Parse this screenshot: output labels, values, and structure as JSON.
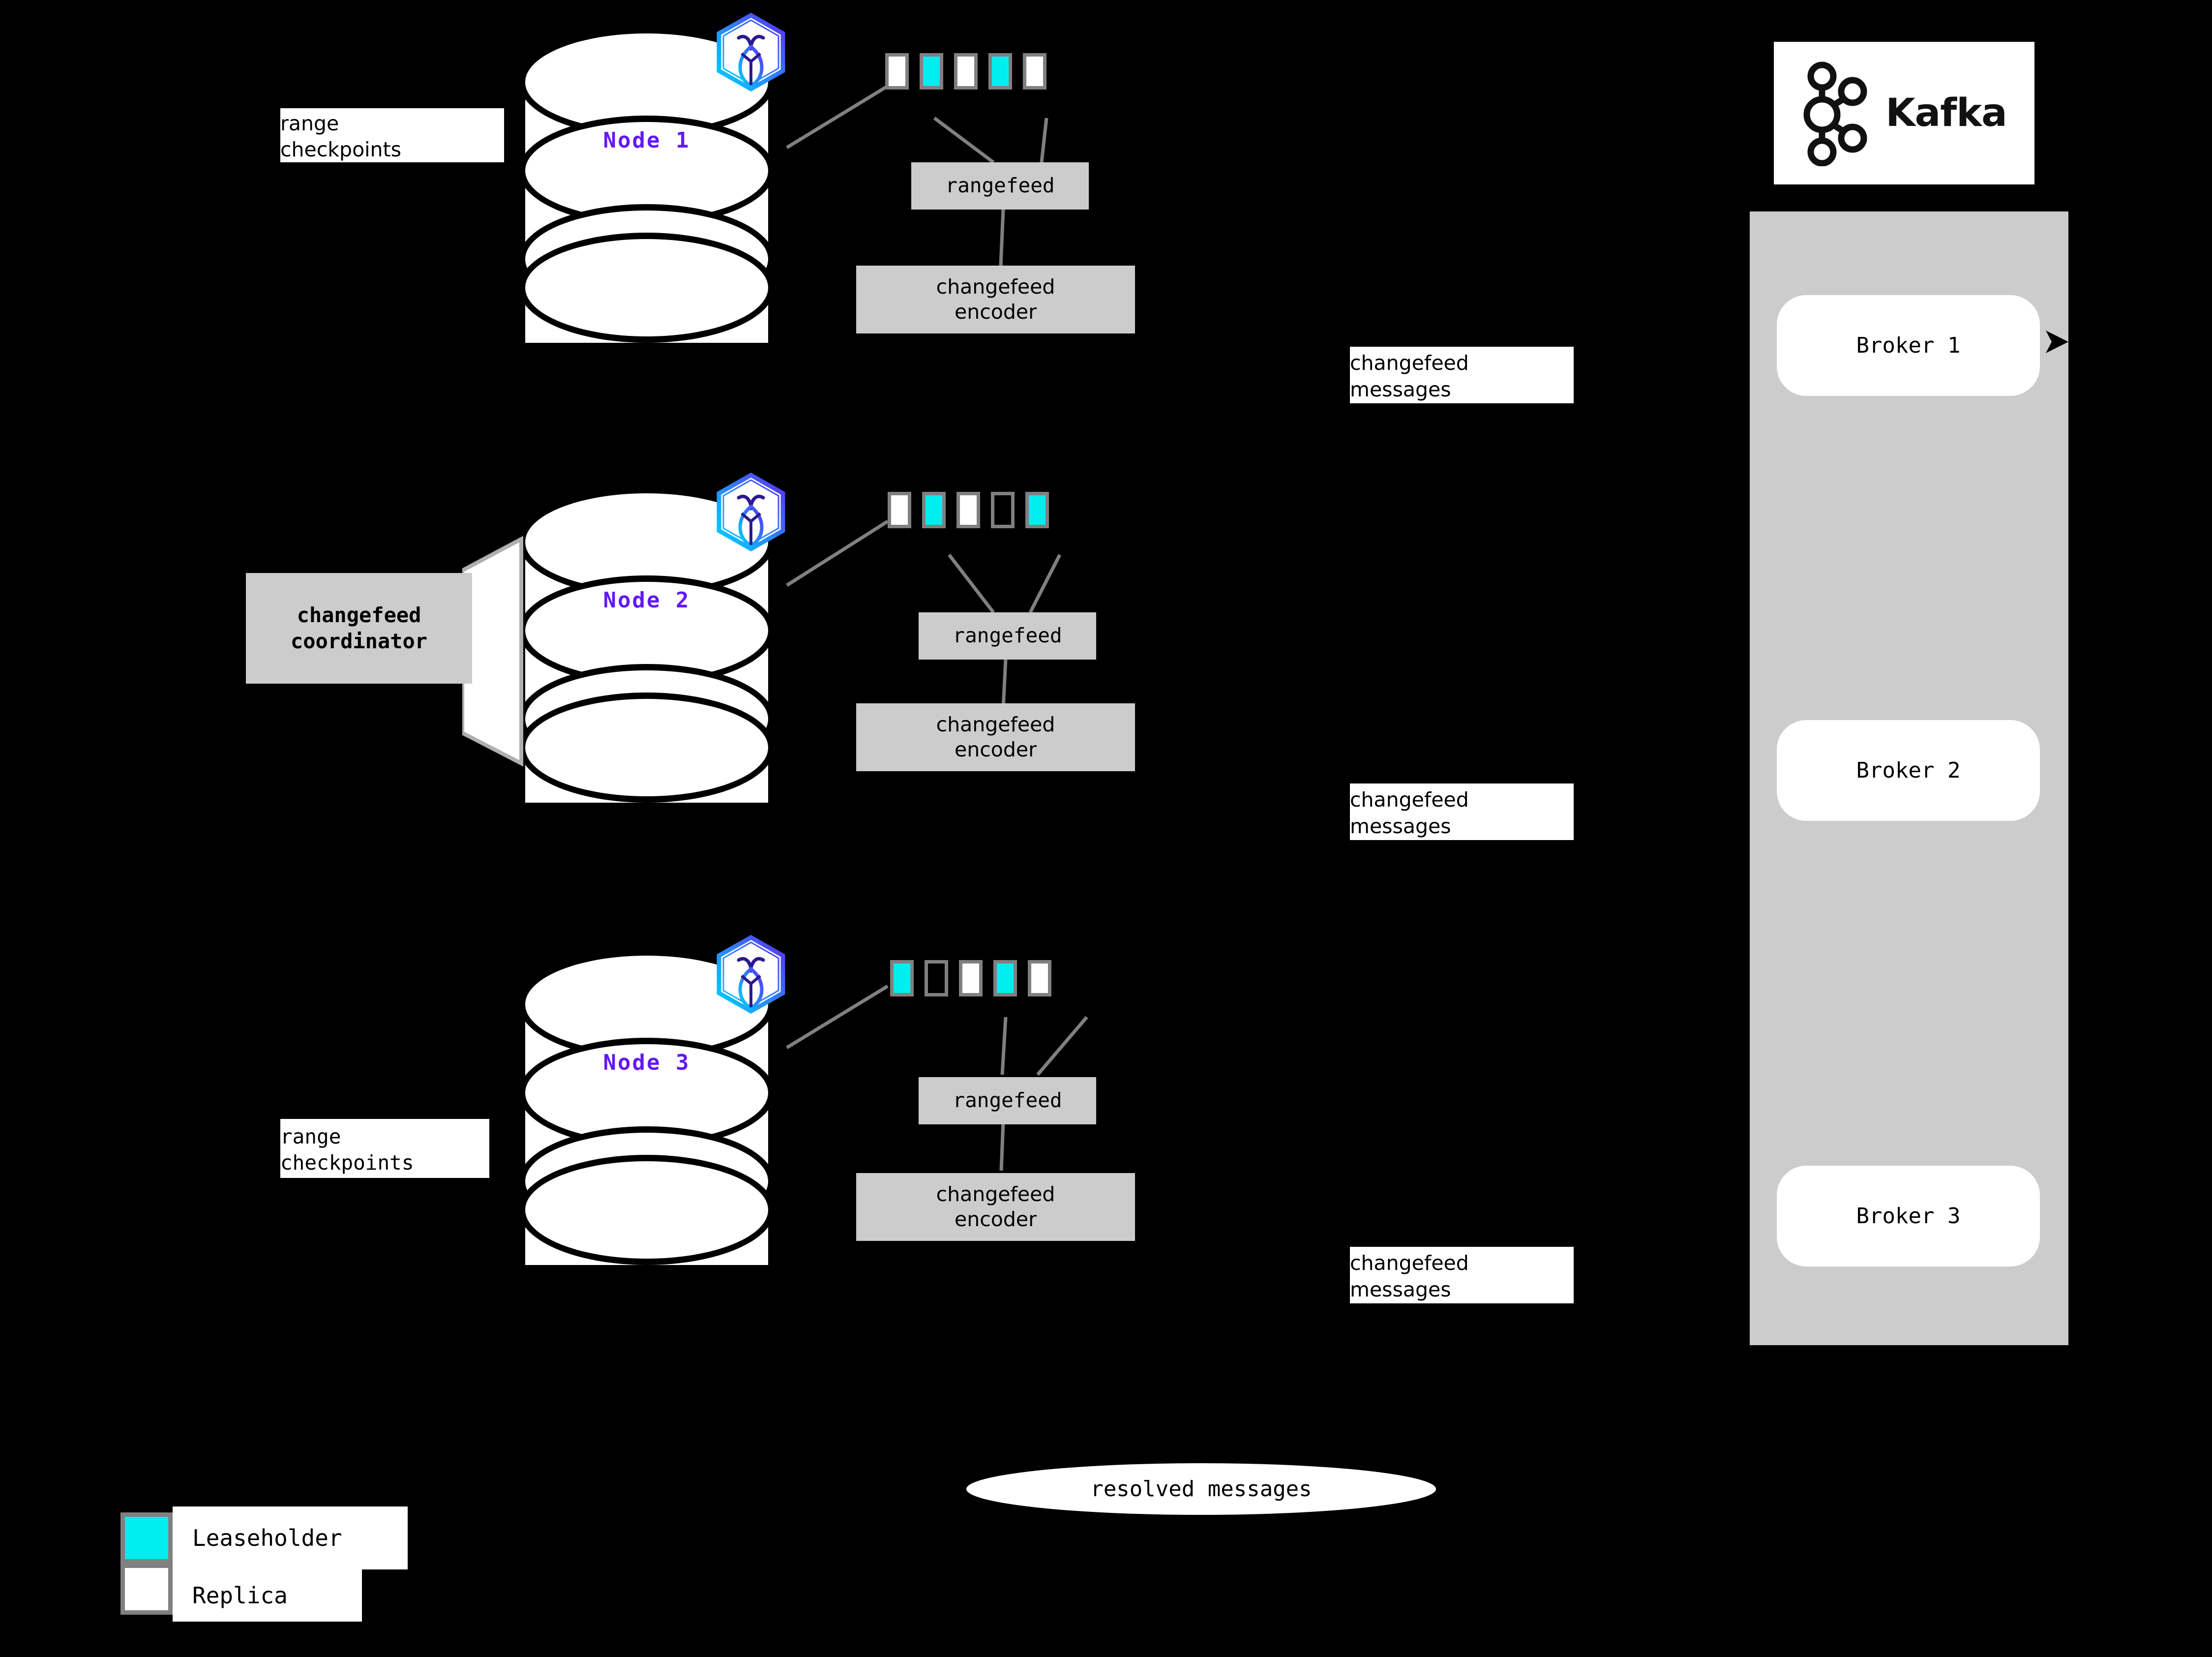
{
  "diagram": {
    "title": "CockroachDB changefeed to Kafka architecture",
    "background": "#000000",
    "colors": {
      "leaseholder": "#00eeee",
      "replica": "#ffffff",
      "node_label": "#6219f5",
      "process_box": "#cccccc",
      "panel": "#cccccc",
      "connector": "#808080"
    }
  },
  "nodes": [
    {
      "label": "Node 1",
      "badge_icon": "cockroachdb-hexagon-icon",
      "ranges": [
        {
          "type": "replica"
        },
        {
          "type": "leaseholder"
        },
        {
          "type": "replica"
        },
        {
          "type": "leaseholder"
        },
        {
          "type": "replica"
        }
      ],
      "rangefeed_label": "rangefeed",
      "encoder_label": "changefeed\nencoder",
      "encoder_line1": "changefeed",
      "encoder_line2": "encoder",
      "side_label_line1": "range",
      "side_label_line2": "checkpoints",
      "messages_line1": "changefeed",
      "messages_line2": "messages"
    },
    {
      "label": "Node 2",
      "badge_icon": "cockroachdb-hexagon-icon",
      "ranges": [
        {
          "type": "replica"
        },
        {
          "type": "leaseholder"
        },
        {
          "type": "replica"
        },
        {
          "type": "empty"
        },
        {
          "type": "leaseholder"
        }
      ],
      "rangefeed_label": "rangefeed",
      "encoder_label": "changefeed\nencoder",
      "encoder_line1": "changefeed",
      "encoder_line2": "encoder",
      "coordinator_line1": "changefeed",
      "coordinator_line2": "coordinator",
      "messages_line1": "changefeed",
      "messages_line2": "messages"
    },
    {
      "label": "Node 3",
      "badge_icon": "cockroachdb-hexagon-icon",
      "ranges": [
        {
          "type": "leaseholder"
        },
        {
          "type": "empty"
        },
        {
          "type": "replica"
        },
        {
          "type": "leaseholder"
        },
        {
          "type": "replica"
        }
      ],
      "rangefeed_label": "rangefeed",
      "encoder_label": "changefeed\nencoder",
      "encoder_line1": "changefeed",
      "encoder_line2": "encoder",
      "side_label_line1": "range",
      "side_label_line2": "checkpoints",
      "messages_line1": "changefeed",
      "messages_line2": "messages"
    }
  ],
  "kafka": {
    "logo_wordmark": "Kafka",
    "logo_icon": "kafka-nodes-icon",
    "brokers": [
      {
        "label": "Broker 1"
      },
      {
        "label": "Broker 2"
      },
      {
        "label": "Broker 3"
      }
    ]
  },
  "resolved": {
    "label": "resolved messages"
  },
  "legend": {
    "items": [
      {
        "swatch": "leaseholder",
        "label": "Leaseholder"
      },
      {
        "swatch": "replica",
        "label": "Replica"
      }
    ]
  }
}
